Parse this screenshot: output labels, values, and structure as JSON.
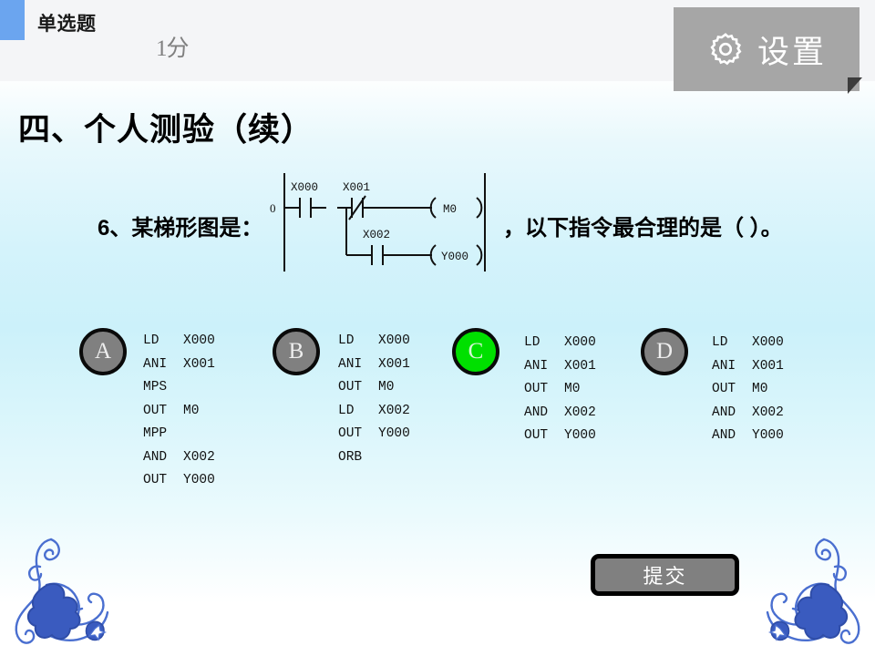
{
  "header": {
    "question_type": "单选题",
    "score": "1分",
    "accent_color": "#6ba5ef",
    "band_color": "#f4f5f7"
  },
  "settings_button": {
    "label": "设置",
    "icon": "gear-icon",
    "background": "#a6a6a6"
  },
  "slide": {
    "title": "四、个人测验（续）",
    "background_top": "#ffffff",
    "background_mid": "#ccf1fa"
  },
  "question": {
    "prefix": "6、某梯形图是：",
    "suffix": "，以下指令最合理的是（ ）。"
  },
  "ladder_diagram": {
    "rung_number": "0",
    "contacts": [
      {
        "label": "X000",
        "kind": "normally-open"
      },
      {
        "label": "X001",
        "kind": "normally-closed"
      },
      {
        "label": "X002",
        "kind": "normally-open"
      }
    ],
    "coils": [
      {
        "label": "M0"
      },
      {
        "label": "Y000"
      }
    ]
  },
  "options": [
    {
      "letter": "A",
      "selected": false,
      "lines": [
        {
          "mnemonic": "LD",
          "operand": "X000"
        },
        {
          "mnemonic": "ANI",
          "operand": "X001"
        },
        {
          "mnemonic": "MPS",
          "operand": ""
        },
        {
          "mnemonic": "OUT",
          "operand": "M0"
        },
        {
          "mnemonic": "MPP",
          "operand": ""
        },
        {
          "mnemonic": "AND",
          "operand": "X002"
        },
        {
          "mnemonic": "OUT",
          "operand": "Y000"
        }
      ]
    },
    {
      "letter": "B",
      "selected": false,
      "lines": [
        {
          "mnemonic": "LD",
          "operand": "X000"
        },
        {
          "mnemonic": "ANI",
          "operand": "X001"
        },
        {
          "mnemonic": "OUT",
          "operand": "M0"
        },
        {
          "mnemonic": "LD",
          "operand": "X002"
        },
        {
          "mnemonic": "OUT",
          "operand": "Y000"
        },
        {
          "mnemonic": "ORB",
          "operand": ""
        }
      ]
    },
    {
      "letter": "C",
      "selected": true,
      "selected_color": "#00e000",
      "lines": [
        {
          "mnemonic": "LD",
          "operand": "X000"
        },
        {
          "mnemonic": "ANI",
          "operand": "X001"
        },
        {
          "mnemonic": "OUT",
          "operand": "M0"
        },
        {
          "mnemonic": "AND",
          "operand": "X002"
        },
        {
          "mnemonic": "OUT",
          "operand": "Y000"
        }
      ]
    },
    {
      "letter": "D",
      "selected": false,
      "lines": [
        {
          "mnemonic": "LD",
          "operand": "X000"
        },
        {
          "mnemonic": "ANI",
          "operand": "X001"
        },
        {
          "mnemonic": "OUT",
          "operand": "M0"
        },
        {
          "mnemonic": "AND",
          "operand": "X002"
        },
        {
          "mnemonic": "AND",
          "operand": "Y000"
        }
      ]
    }
  ],
  "submit_button": {
    "label": "提交",
    "background": "#808080"
  },
  "ornaments": {
    "style": "blue-floral-corner",
    "color": "#3a5bbf"
  }
}
